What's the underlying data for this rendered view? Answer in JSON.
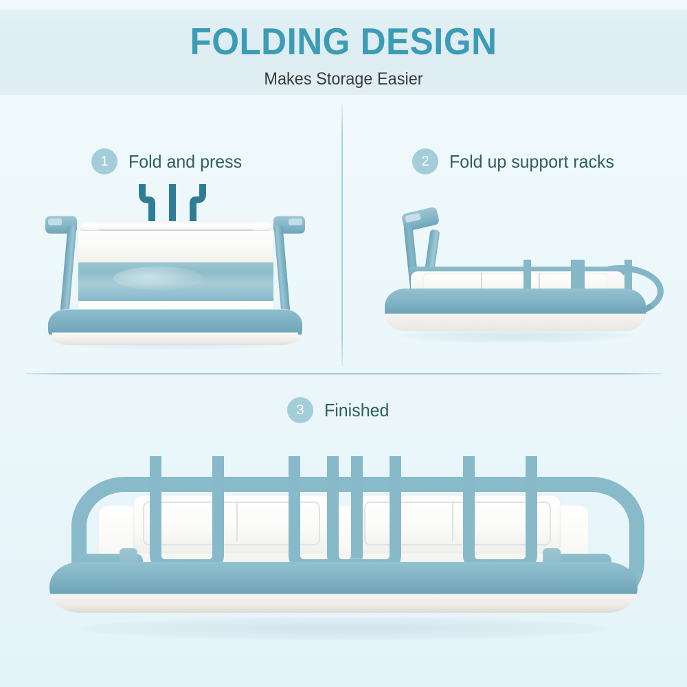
{
  "header": {
    "title": "FOLDING DESIGN",
    "subtitle": "Makes Storage Easier",
    "title_color": "#3d9cb5",
    "subtitle_color": "#3b3b3b",
    "band_color": "#dfeef2"
  },
  "colors": {
    "background": "#eff9fc",
    "accent_teal": "#3d9cb5",
    "badge_blue": "#a3cdd9",
    "label_text": "#2f5f5c",
    "divider": "#a9ced7",
    "product_teal": "#87b9c9",
    "product_white": "#f7f7f4",
    "arrow_teal": "#2e7d94"
  },
  "steps": [
    {
      "number": "1",
      "label": "Fold and press",
      "icon": "press-arrows-icon",
      "product": "folded-bathtub-upright"
    },
    {
      "number": "2",
      "label": "Fold up support racks",
      "icon": "",
      "product": "bathtub-flat-one-rack-up"
    },
    {
      "number": "3",
      "label": "Finished",
      "icon": "",
      "product": "bathtub-fully-folded-flat"
    }
  ]
}
